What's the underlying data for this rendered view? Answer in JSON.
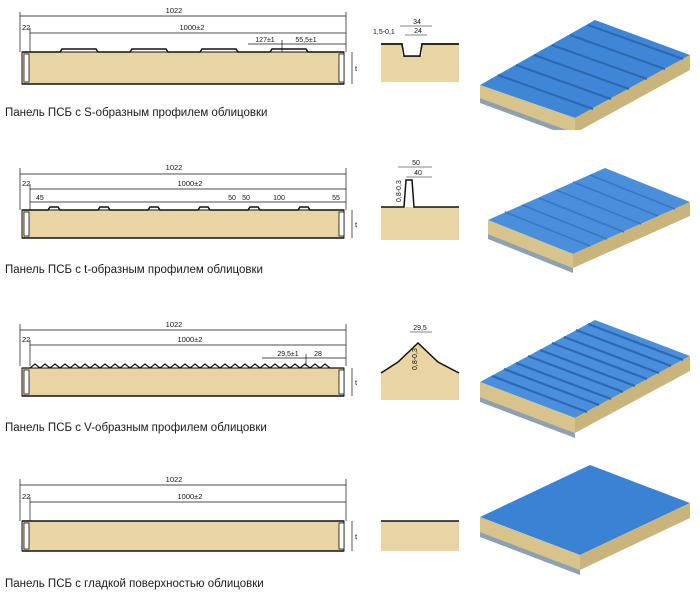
{
  "colors": {
    "core": "#e9d5a3",
    "panel_blue": "#3f86d6",
    "panel_blue_light": "#6fb0ee",
    "line": "#111111"
  },
  "panels": [
    {
      "caption": "Панель ПСБ с S-образным профилем облицовки",
      "total_width": "1022",
      "inner_width": "1000±2",
      "edge": "22",
      "thickness": "t",
      "dims": [
        "127±1",
        "55,5±1"
      ],
      "profile_dims": [
        "34",
        "1,5-0,1",
        "24"
      ],
      "profile_type": "S"
    },
    {
      "caption": "Панель ПСБ с t-образным профилем облицовки",
      "total_width": "1022",
      "inner_width": "1000±2",
      "edge": "22",
      "thickness": "t",
      "dims": [
        "45",
        "50",
        "50",
        "100",
        "55"
      ],
      "profile_dims": [
        "50",
        "40",
        "0,8-0,3"
      ],
      "profile_type": "t"
    },
    {
      "caption": "Панель ПСБ с V-образным профилем облицовки",
      "total_width": "1022",
      "inner_width": "1000±2",
      "edge": "22",
      "thickness": "t",
      "dims": [
        "29,5±1",
        "28"
      ],
      "profile_dims": [
        "29,5",
        "0,8-0,3"
      ],
      "profile_type": "V"
    },
    {
      "caption": "Панель ПСБ с гладкой поверхностью облицовки",
      "total_width": "1022",
      "inner_width": "1000±2",
      "edge": "22",
      "thickness": "t",
      "dims": [],
      "profile_dims": [],
      "profile_type": "smooth"
    }
  ]
}
